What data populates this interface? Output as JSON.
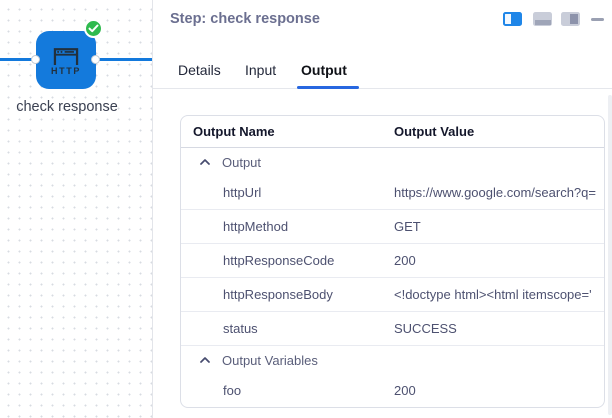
{
  "canvas": {
    "node_label": "check response",
    "node_icon_text": "HTTP",
    "node_color": "#147adc",
    "status_badge_color": "#2fba4e",
    "status": "success"
  },
  "panel": {
    "title": "Step: check response",
    "accent_color": "#2767e0",
    "toolbar": {
      "icons": [
        "dock-panel-left",
        "dock-panel-bottom",
        "dock-panel-right",
        "minimize"
      ]
    },
    "tabs": [
      {
        "label": "Details",
        "active": false
      },
      {
        "label": "Input",
        "active": false
      },
      {
        "label": "Output",
        "active": true
      }
    ],
    "table": {
      "columns": [
        "Output Name",
        "Output Value"
      ],
      "rows": [
        {
          "type": "group",
          "name": "Output"
        },
        {
          "type": "item",
          "name": "httpUrl",
          "value": "https://www.google.com/search?q="
        },
        {
          "type": "item",
          "name": "httpMethod",
          "value": "GET"
        },
        {
          "type": "item",
          "name": "httpResponseCode",
          "value": "200"
        },
        {
          "type": "item",
          "name": "httpResponseBody",
          "value": "<!doctype html><html itemscope='"
        },
        {
          "type": "item",
          "name": "status",
          "value": "SUCCESS"
        },
        {
          "type": "group",
          "name": "Output Variables"
        },
        {
          "type": "item",
          "name": "foo",
          "value": "200"
        }
      ]
    }
  }
}
